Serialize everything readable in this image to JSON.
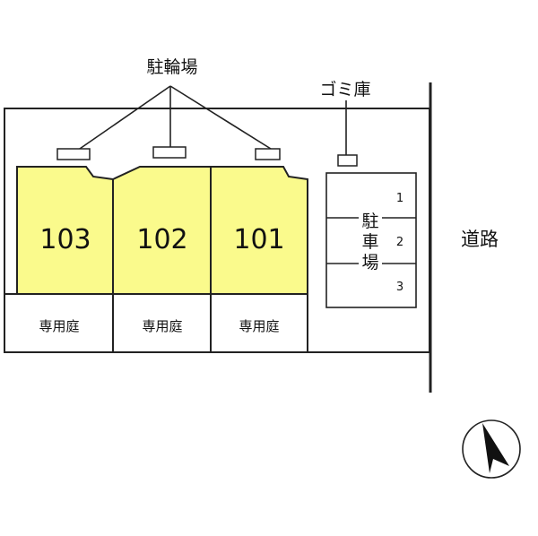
{
  "bicycle_parking_label": "駐輪場",
  "garbage_label": "ゴミ庫",
  "road_label": "道路",
  "units": [
    {
      "number": "103",
      "garden": "専用庭"
    },
    {
      "number": "102",
      "garden": "専用庭"
    },
    {
      "number": "101",
      "garden": "専用庭"
    }
  ],
  "parking": {
    "label_chars": [
      "駐",
      "車",
      "場"
    ],
    "spaces": [
      "1",
      "2",
      "3"
    ]
  },
  "colors": {
    "unit_fill": "#fafa8c",
    "line": "#222222"
  }
}
